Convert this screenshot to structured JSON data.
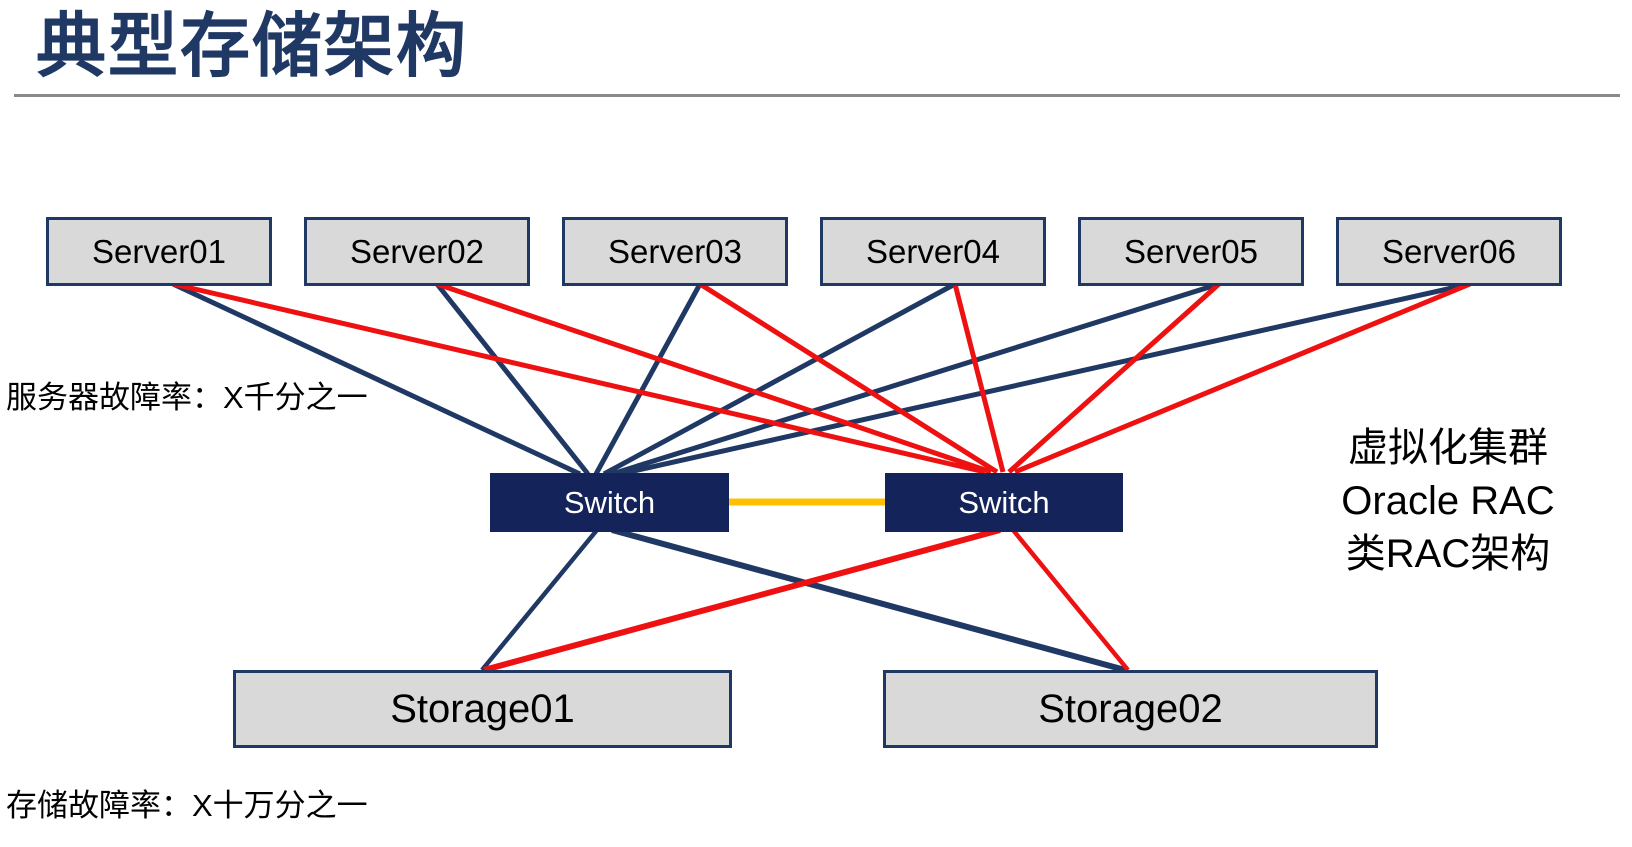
{
  "title": "典型存储架构",
  "annotations": {
    "server_failure": "服务器故障率：X千分之一",
    "storage_failure": "存储故障率：X十万分之一",
    "right_note_lines": [
      "虚拟化集群",
      "Oracle RAC",
      "类RAC架构"
    ]
  },
  "nodes": {
    "servers": [
      {
        "label": "Server01"
      },
      {
        "label": "Server02"
      },
      {
        "label": "Server03"
      },
      {
        "label": "Server04"
      },
      {
        "label": "Server05"
      },
      {
        "label": "Server06"
      }
    ],
    "switches": [
      {
        "label": "Switch"
      },
      {
        "label": "Switch"
      }
    ],
    "storages": [
      {
        "label": "Storage01"
      },
      {
        "label": "Storage02"
      }
    ]
  },
  "links": [
    {
      "from": "Server01",
      "to": "Switch-left",
      "color": "navy"
    },
    {
      "from": "Server02",
      "to": "Switch-left",
      "color": "navy"
    },
    {
      "from": "Server03",
      "to": "Switch-left",
      "color": "navy"
    },
    {
      "from": "Server04",
      "to": "Switch-left",
      "color": "navy"
    },
    {
      "from": "Server05",
      "to": "Switch-left",
      "color": "navy"
    },
    {
      "from": "Server06",
      "to": "Switch-left",
      "color": "navy"
    },
    {
      "from": "Server01",
      "to": "Switch-right",
      "color": "red"
    },
    {
      "from": "Server02",
      "to": "Switch-right",
      "color": "red"
    },
    {
      "from": "Server03",
      "to": "Switch-right",
      "color": "red"
    },
    {
      "from": "Server04",
      "to": "Switch-right",
      "color": "red"
    },
    {
      "from": "Server05",
      "to": "Switch-right",
      "color": "red"
    },
    {
      "from": "Server06",
      "to": "Switch-right",
      "color": "red"
    },
    {
      "from": "Switch-left",
      "to": "Switch-right",
      "color": "orange"
    },
    {
      "from": "Switch-left",
      "to": "Storage01",
      "color": "navy"
    },
    {
      "from": "Switch-left",
      "to": "Storage02",
      "color": "navy"
    },
    {
      "from": "Switch-right",
      "to": "Storage01",
      "color": "red"
    },
    {
      "from": "Switch-right",
      "to": "Storage02",
      "color": "red"
    }
  ],
  "colors": {
    "navy": "#1F3864",
    "red": "#EE1111",
    "orange": "#FFC000",
    "box_fill": "#D9D9D9",
    "switch_fill": "#15235B",
    "switch_text": "#FFFFFF",
    "divider": "#8A8A8A"
  }
}
